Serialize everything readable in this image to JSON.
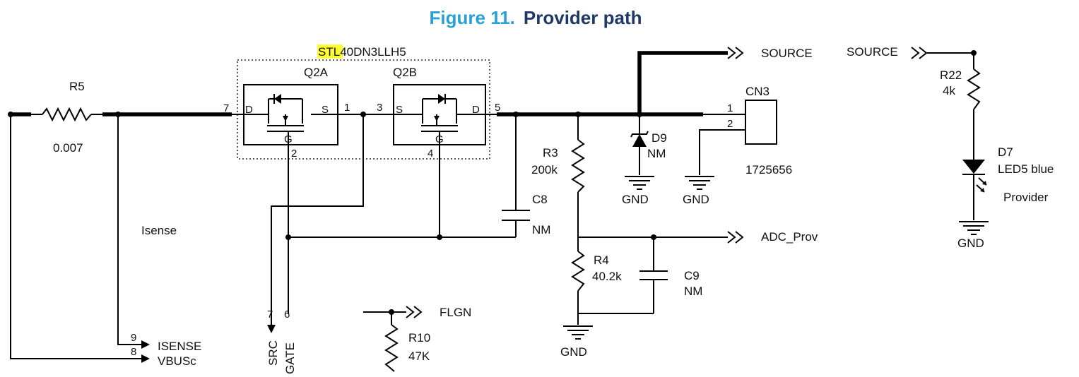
{
  "colors": {
    "figure_number": "#2a9fd6",
    "figure_title": "#1f3864",
    "highlight": "#ffff33",
    "wire": "#000000"
  },
  "title": {
    "number": "Figure 11.",
    "text": "Provider path"
  },
  "part_number": {
    "highlight": "STL",
    "rest": "40DN3LLH5"
  },
  "q2a": {
    "name": "Q2A",
    "drain": "D",
    "source": "S",
    "gate": "G",
    "pin_drain": "7",
    "pin_source": "1",
    "pin_gate": "2"
  },
  "q2b": {
    "name": "Q2B",
    "drain": "D",
    "source": "S",
    "gate": "G",
    "pin_source": "3",
    "pin_drain": "5",
    "pin_gate": "4"
  },
  "r5": {
    "name": "R5",
    "value": "0.007"
  },
  "r3": {
    "name": "R3",
    "value": "200k"
  },
  "r4": {
    "name": "R4",
    "value": "40.2k"
  },
  "r10": {
    "name": "R10",
    "value": "47K"
  },
  "r22": {
    "name": "R22",
    "value": "4k"
  },
  "c8": {
    "name": "C8",
    "value": "NM"
  },
  "c9": {
    "name": "C9",
    "value": "NM"
  },
  "d9": {
    "name": "D9",
    "value": "NM"
  },
  "d7": {
    "name": "D7",
    "value": "LED5 blue",
    "caption": "Provider"
  },
  "cn3": {
    "name": "CN3",
    "pin1": "1",
    "pin2": "2",
    "part": "1725656"
  },
  "nets": {
    "isense_label": "Isense",
    "source_out": "SOURCE",
    "source_in": "SOURCE",
    "adc": "ADC_Prov",
    "flgn": "FLGN",
    "gnd": "GND",
    "isense_pin": "9",
    "isense_name": "ISENSE",
    "vbus_pin": "8",
    "vbus_name": "VBUSc",
    "src_pin": "7",
    "src_name": "SRC",
    "gate_pin": "6",
    "gate_name": "GATE"
  }
}
